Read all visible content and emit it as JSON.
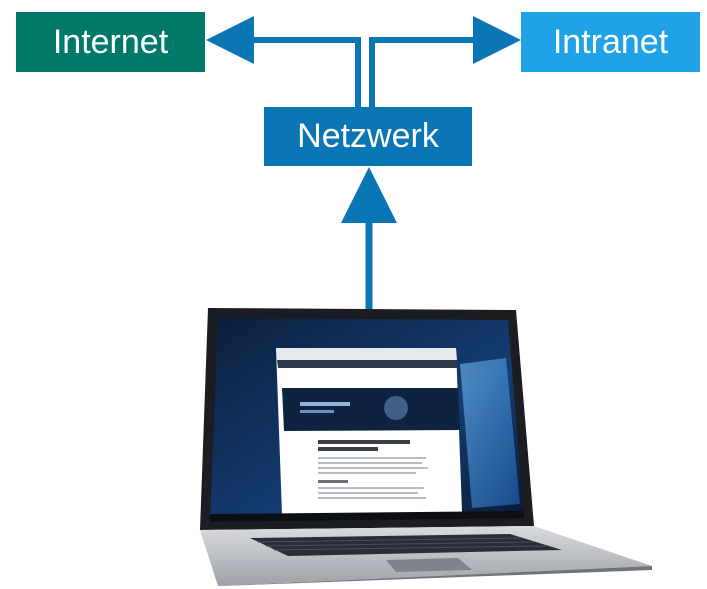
{
  "diagram": {
    "nodes": {
      "internet": {
        "label": "Internet",
        "color": "#00796b"
      },
      "intranet": {
        "label": "Intranet",
        "color": "#1fa3e6"
      },
      "netzwerk": {
        "label": "Netzwerk",
        "color": "#0a76b5"
      }
    },
    "edges": [
      {
        "from": "laptop",
        "to": "netzwerk"
      },
      {
        "from": "netzwerk",
        "to": "internet"
      },
      {
        "from": "netzwerk",
        "to": "intranet"
      }
    ],
    "arrow_color": "#0a76b5"
  },
  "laptop": {
    "icon": "laptop-icon",
    "screen_content": "browser-window-on-desktop"
  }
}
